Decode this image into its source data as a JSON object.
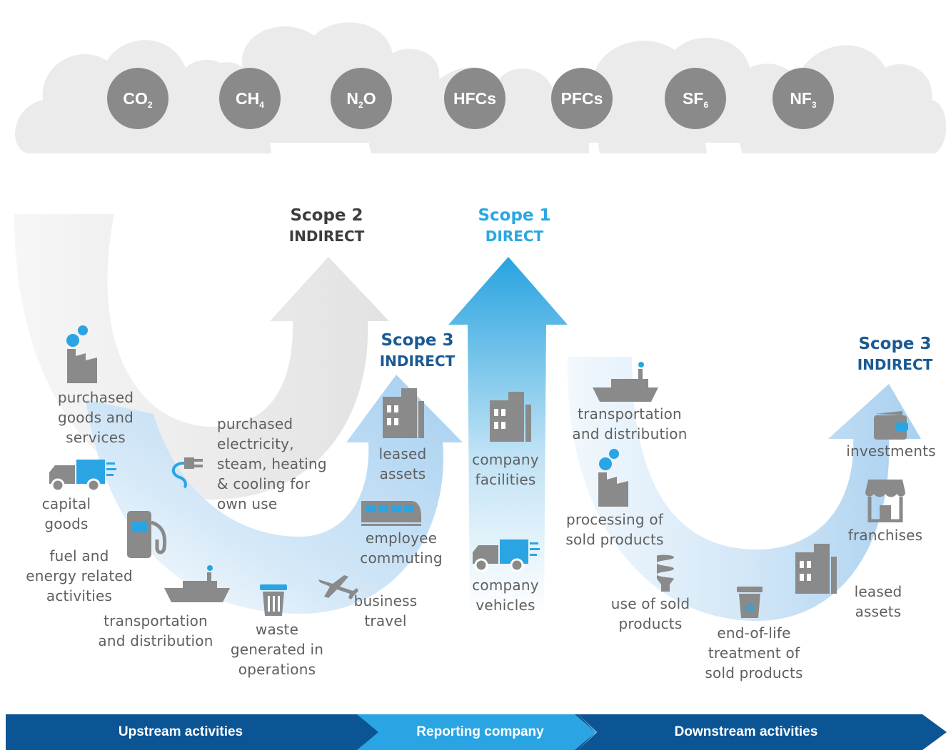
{
  "gases": [
    {
      "base": "CO",
      "sub": "2",
      "tail": ""
    },
    {
      "base": "CH",
      "sub": "4",
      "tail": ""
    },
    {
      "base": "N",
      "sub": "2",
      "tail": "O"
    },
    {
      "base": "HFCs",
      "sub": "",
      "tail": ""
    },
    {
      "base": "PFCs",
      "sub": "",
      "tail": ""
    },
    {
      "base": "SF",
      "sub": "6",
      "tail": ""
    },
    {
      "base": "NF",
      "sub": "3",
      "tail": ""
    }
  ],
  "scopes": {
    "scope2": {
      "title": "Scope 2",
      "type": "INDIRECT"
    },
    "scope1": {
      "title": "Scope 1",
      "type": "DIRECT"
    },
    "scope3_up": {
      "title": "Scope 3",
      "type": "INDIRECT"
    },
    "scope3_down": {
      "title": "Scope 3",
      "type": "INDIRECT"
    }
  },
  "upstream": {
    "purchased_goods": "purchased\ngoods and\nservices",
    "capital_goods": "capital\ngoods",
    "fuel_energy": "fuel and\nenergy related\nactivities",
    "transport": "transportation\nand distribution",
    "waste": "waste\ngenerated in\noperations",
    "business_travel": "business\ntravel",
    "employee_commuting": "employee\ncommuting",
    "leased_assets": "leased\nassets",
    "purchased_electricity": "purchased\nelectricity,\nsteam, heating\n& cooling for\nown use"
  },
  "reporting": {
    "facilities": "company\nfacilities",
    "vehicles": "company\nvehicles"
  },
  "downstream": {
    "transport": "transportation\nand distribution",
    "processing": "processing of\nsold products",
    "use": "use of sold\nproducts",
    "end_of_life": "end-of-life\ntreatment of\nsold products",
    "leased_assets": "leased\nassets",
    "franchises": "franchises",
    "investments": "investments"
  },
  "band": {
    "upstream": "Upstream activities",
    "reporting": "Reporting company",
    "downstream": "Downstream activities"
  },
  "colors": {
    "cloud": "#ebebeb",
    "gas": "#8a8a8a",
    "grey_arrow": "#e6e6e6",
    "blue_arrow": "#a9d3f1",
    "scope1_arrow": "#29a8e0",
    "navy": "#0b5594",
    "cyan": "#29a8e0",
    "icon": "#8a8a8a",
    "accent": "#2aa4e3"
  }
}
